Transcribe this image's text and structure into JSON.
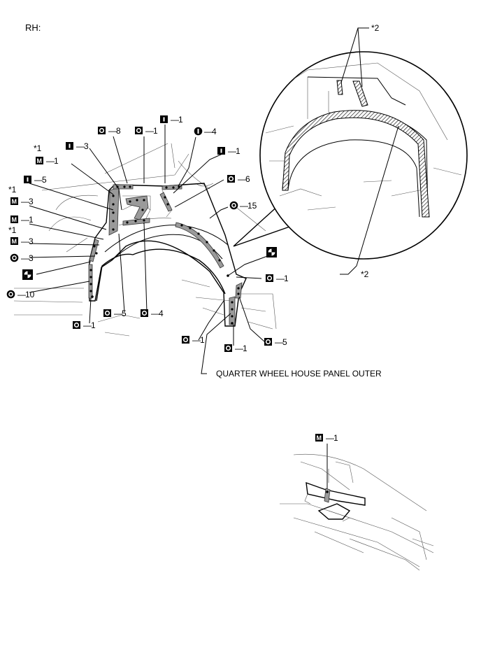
{
  "side_label": "RH:",
  "part_name": "QUARTER WHEEL HOUSE PANEL OUTER",
  "callouts": {
    "o8": "8",
    "o1_top": "1",
    "i1_top": "1",
    "t4": "4",
    "i3": "3",
    "m1_a_star": "*1",
    "m1_a": "1",
    "i1_right": "1",
    "o6": "6",
    "i5": "5",
    "m3_a_star": "*1",
    "m3_a": "3",
    "o15": "15",
    "m1_b": "1",
    "m3_b_star": "*1",
    "m3_b": "3",
    "c3": "3",
    "c10": "10",
    "o1_rightmid": "1",
    "o5_low": "5",
    "o4_low": "4",
    "o1_left": "1",
    "o1_bot": "1",
    "o1_bot2": "1",
    "o5_right": "5",
    "m1_detail": "1"
  },
  "detail_labels": {
    "top": "*2",
    "bottom": "*2"
  },
  "symbols": {
    "O": "O",
    "I": "I",
    "M": "M",
    "T": "I",
    "dash": "—"
  },
  "icons": [
    "square-o-symbol",
    "square-i-symbol",
    "square-m-symbol",
    "circle-o-symbol",
    "circle-i-symbol",
    "diamond-circle-symbol"
  ]
}
